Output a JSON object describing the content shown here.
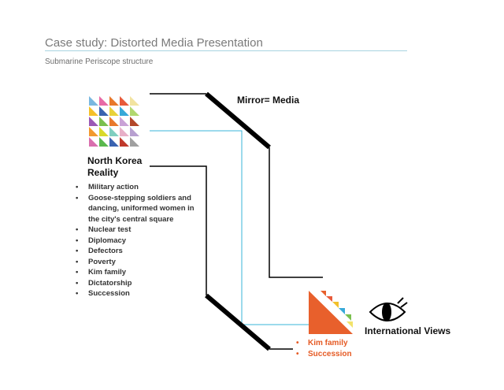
{
  "title": "Case study:  Distorted Media Presentation",
  "subtitle": "Submarine Periscope structure",
  "labels": {
    "north_korea_line1": "North Korea",
    "north_korea_line2": "Reality",
    "mirror": "Mirror= Media",
    "international": "International Views"
  },
  "reality_items": [
    "Military action",
    "Goose-stepping soldiers and dancing, uniformed women in the city's central square",
    "Nuclear test",
    "Diplomacy",
    "Defectors",
    "Poverty",
    "Kim family",
    "Dictatorship",
    "Succession"
  ],
  "media_output_items": [
    "Kim family",
    "Succession"
  ],
  "colors": {
    "grid": [
      [
        "#7ab8e0",
        "#e86aa6",
        "#e8792c",
        "#e85a3a",
        "#f2e3a0"
      ],
      [
        "#f5c02a",
        "#3a63b0",
        "#e8d23a",
        "#37a9d8",
        "#b1d86f"
      ],
      [
        "#9b59b6",
        "#7ac04e",
        "#e8792c",
        "#c9a2d6",
        "#b3472a"
      ],
      [
        "#f29a2e",
        "#d9d92a",
        "#7fcfc0",
        "#e8b0c8",
        "#b8a0d0"
      ],
      [
        "#d96fae",
        "#5ab84e",
        "#3a63b0",
        "#c0392b",
        "#a0a0a0"
      ]
    ],
    "light_path": "#38b6d8",
    "accent": "#e55a24",
    "mirror": "#000000"
  },
  "icons": [
    "eye-icon"
  ]
}
